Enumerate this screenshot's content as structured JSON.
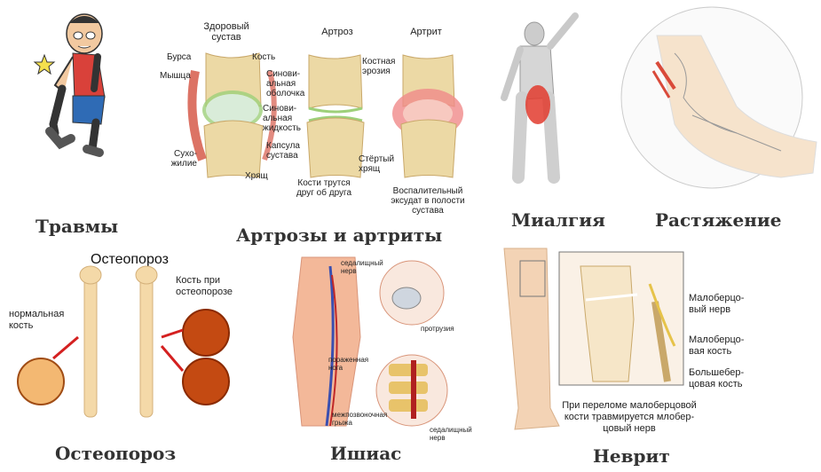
{
  "panels": {
    "injuries": {
      "caption": "Травмы"
    },
    "arthrosis": {
      "caption": "Артрозы и артриты",
      "headers": {
        "healthy": "Здоровый\nсустав",
        "arthrosis": "Артроз",
        "arthritis": "Артрит"
      },
      "labels": {
        "bursa": "Бурса",
        "muscle": "Мышца",
        "bone": "Кость",
        "synovial_membrane": "Синови-\nальная\nоболочка",
        "synovial_fluid": "Синови-\nальная\nжидкость",
        "tendon": "Сухо-\nжилие",
        "capsule": "Капсула\nсустава",
        "cartilage": "Хрящ",
        "bone_erosion": "Костная\nэрозия",
        "bones_rub": "Кости трутся\nдруг об друга",
        "worn_cartilage": "Стёртый\nхрящ",
        "exudate": "Воспалительный\nэксудат в полости\nсустава"
      }
    },
    "myalgia": {
      "caption": "Миалгия"
    },
    "sprain": {
      "caption": "Растяжение"
    },
    "osteoporosis": {
      "caption": "Остеопороз",
      "title": "Остеопороз",
      "labels": {
        "normal_bone": "нормальная\nкость",
        "osteo_bone": "Кость при\nостеопорозе"
      }
    },
    "sciatica": {
      "caption": "Ишиас",
      "labels": {
        "sciatic_nerve_top": "седалищный\nнерв",
        "affected_leg": "пораженная\nнога",
        "protrusion": "протрузия",
        "hernia": "межпозвоночная\nгрыжа",
        "sciatic_nerve_bottom": "седалищный\nнерв"
      }
    },
    "neuritis": {
      "caption": "Неврит",
      "labels": {
        "peroneal_nerve": "Малоберцо-\nвый нерв",
        "fibula": "Малоберцо-\nвая кость",
        "tibia": "Большебер-\nцовая кость",
        "note": "При переломе малоберцовой\nкости травмируется млобер-\nцовый нерв"
      }
    }
  }
}
